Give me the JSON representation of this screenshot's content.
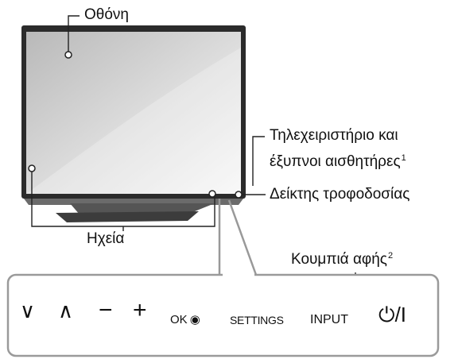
{
  "labels": {
    "screen": "Οθόνη",
    "remote_sensor_line1": "Τηλεχειριστήριο και",
    "remote_sensor_line2": "έξυπνοι αισθητήρες",
    "remote_sensor_note": "1",
    "power_indicator": "Δείκτης τροφοδοσίας",
    "speakers": "Ηχεία",
    "touch_buttons": "Κουμπιά αφής",
    "touch_buttons_note": "2"
  },
  "buttons": {
    "down": "∨",
    "up": "∧",
    "minus": "−",
    "plus": "+",
    "ok": "OK",
    "ok_symbol": "◉",
    "settings": "SETTINGS",
    "input": "INPUT",
    "power": "⏻/I"
  },
  "colors": {
    "frame": "#3a3a3a",
    "screen_gradient_top": "#bdbdbd",
    "screen_gradient_bottom": "#f4f4f4",
    "leader_line": "#9a9a9a"
  }
}
